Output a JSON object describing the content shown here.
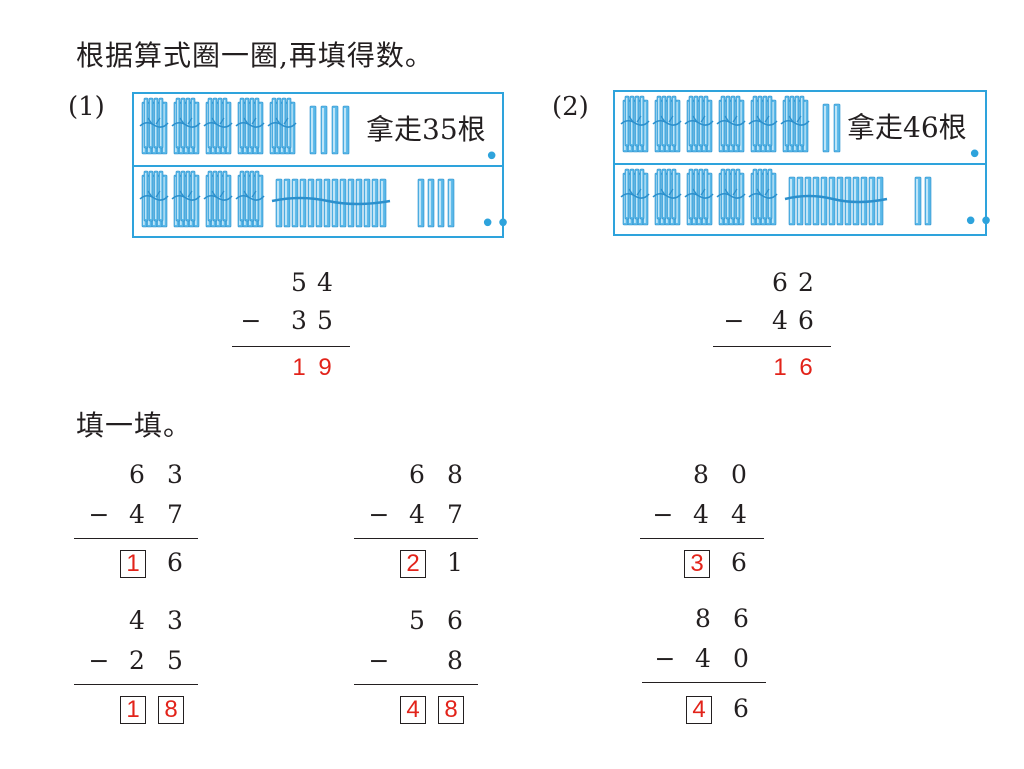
{
  "instruction_1": "根据算式圈一圈,再填得数。",
  "instruction_2": "填一填。",
  "problems": [
    {
      "label": "(1)",
      "take_text": "拿走35根",
      "top_bundles": 5,
      "top_singles": 4,
      "bottom_bundles": 4,
      "bottom_singles": 14,
      "bottom_extra": 4,
      "top_num": [
        "5",
        "4"
      ],
      "minus": "−",
      "sub_num": [
        "3",
        "5"
      ],
      "answer": [
        "1",
        "9"
      ]
    },
    {
      "label": "(2)",
      "take_text": "拿走46根",
      "top_bundles": 6,
      "top_singles": 2,
      "bottom_bundles": 5,
      "bottom_singles": 12,
      "bottom_extra": 2,
      "top_num": [
        "6",
        "2"
      ],
      "minus": "−",
      "sub_num": [
        "4",
        "6"
      ],
      "answer": [
        "1",
        "6"
      ]
    }
  ],
  "exercises": [
    {
      "top": [
        "6",
        "3"
      ],
      "minus": "−",
      "sub": [
        "4",
        "7"
      ],
      "answer_tens": "1",
      "answer_ones": "6"
    },
    {
      "top": [
        "6",
        "8"
      ],
      "minus": "−",
      "sub": [
        "4",
        "7"
      ],
      "answer_tens": "2",
      "answer_ones": "1"
    },
    {
      "top": [
        "8",
        "0"
      ],
      "minus": "−",
      "sub": [
        "4",
        "4"
      ],
      "answer_tens": "3",
      "answer_ones": "6"
    },
    {
      "top": [
        "4",
        "3"
      ],
      "minus": "−",
      "sub": [
        "2",
        "5"
      ],
      "answer_tens": "1",
      "answer_ones": "8"
    },
    {
      "top": [
        "5",
        "6"
      ],
      "minus": "−",
      "sub": [
        "",
        "8"
      ],
      "answer_tens": "4",
      "answer_ones": "8"
    },
    {
      "top": [
        "8",
        "6"
      ],
      "minus": "−",
      "sub": [
        "4",
        "0"
      ],
      "answer_tens": "4",
      "answer_ones": "6"
    }
  ],
  "colors": {
    "panel_border": "#2ea3dc",
    "stick": "#5ab8e8",
    "stick_dark": "#2b8fcc",
    "answer_red": "#e2231a",
    "text": "#231f20"
  }
}
